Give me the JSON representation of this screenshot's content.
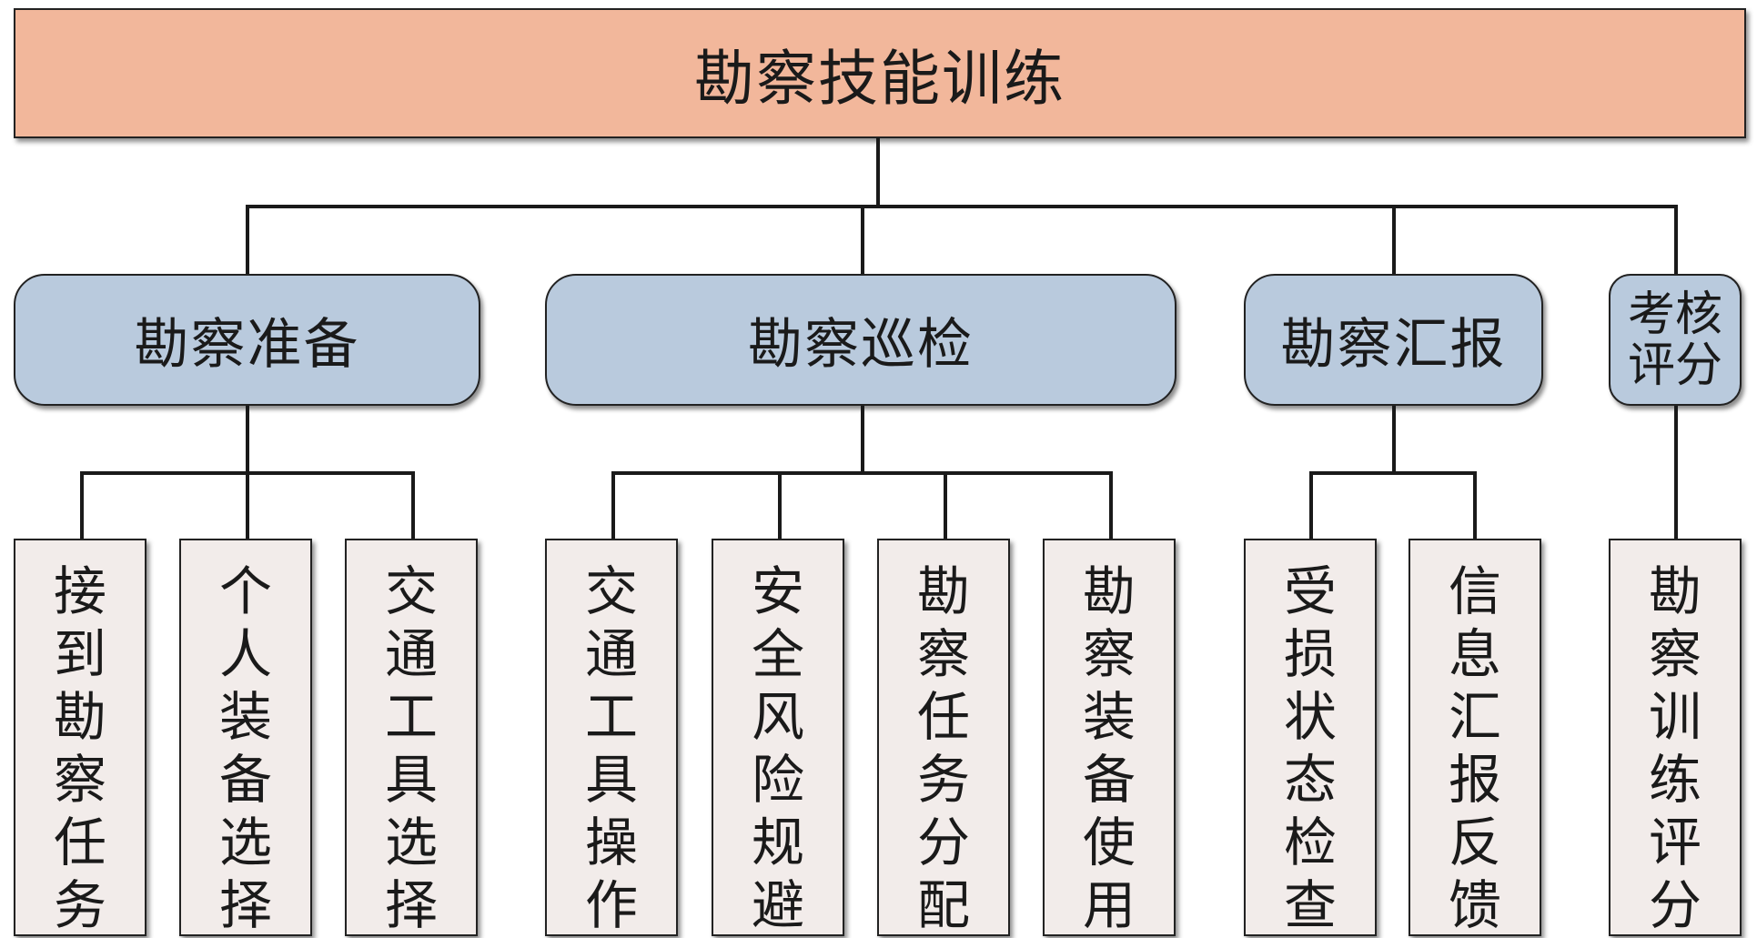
{
  "root": {
    "label": "勘察技能训练"
  },
  "categories": [
    {
      "label": "勘察准备",
      "children": [
        "接到勘察任务",
        "个人装备选择",
        "交通工具选择"
      ]
    },
    {
      "label": "勘察巡检",
      "children": [
        "交通工具操作",
        "安全风险规避",
        "勘察任务分配",
        "勘察装备使用"
      ]
    },
    {
      "label": "勘察汇报",
      "children": [
        "受损状态检查",
        "信息汇报反馈"
      ]
    },
    {
      "label": "考核评分",
      "children": [
        "勘察训练评分"
      ]
    }
  ],
  "colors": {
    "root_fill": "#f2b79b",
    "category_fill": "#b9cadd",
    "leaf_fill": "#f2ecea",
    "line": "#1a1a1a"
  }
}
